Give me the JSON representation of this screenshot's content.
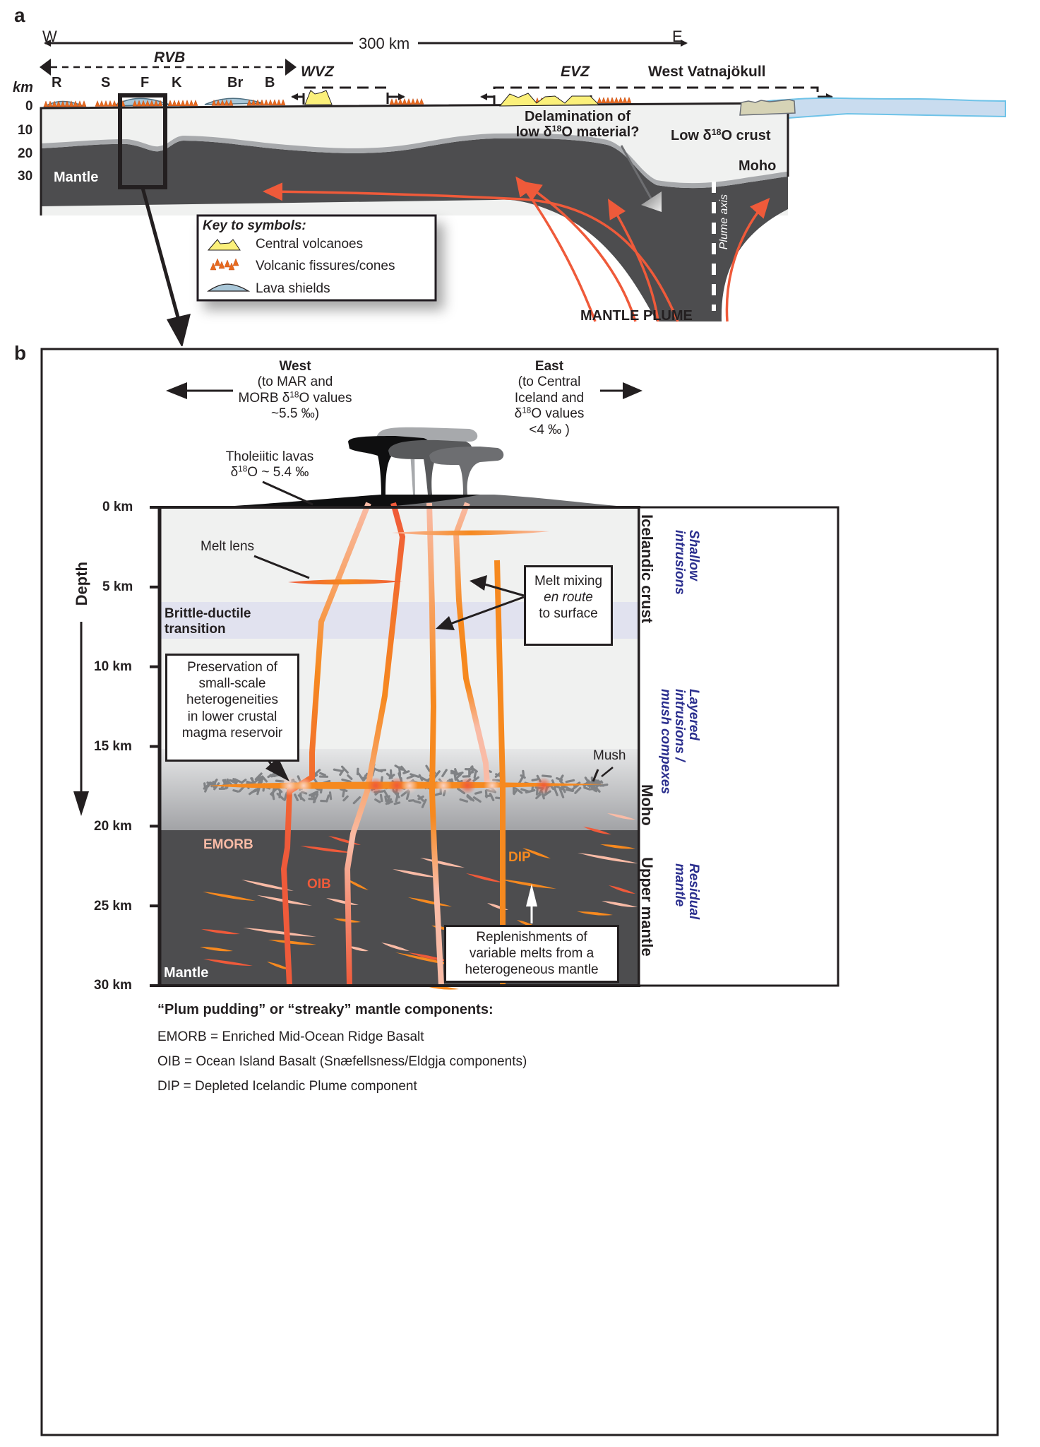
{
  "panel_a": {
    "letter": "a",
    "west": "W",
    "east": "E",
    "scale": "300 km",
    "rvb": "RVB",
    "wvz": "WVZ",
    "evz": "EVZ",
    "west_vatnajokull": "West Vatnajökull",
    "localities": [
      "R",
      "S",
      "F",
      "K",
      "Br",
      "B"
    ],
    "depth_unit": "km",
    "depth_ticks": [
      "0",
      "10",
      "20",
      "30"
    ],
    "mantle": "Mantle",
    "delamination_line1": "Delamination of",
    "delamination_line2_pre": "low δ",
    "delamination_sup": "18",
    "delamination_line2_post": "O material?",
    "low_crust_pre": "Low δ",
    "low_crust_sup": "18",
    "low_crust_post": "O crust",
    "moho": "Moho",
    "plume_axis": "Plume axis",
    "mantle_plume": "MANTLE PLUME",
    "key": {
      "title": "Key to symbols:",
      "items": [
        {
          "symbol": "central-volcano-icon",
          "label": "Central volcanoes"
        },
        {
          "symbol": "fissure-cone-icon",
          "label": "Volcanic fissures/cones"
        },
        {
          "symbol": "lava-shield-icon",
          "label": "Lava shields"
        }
      ]
    }
  },
  "panel_b": {
    "letter": "b",
    "west": {
      "title": "West",
      "line1": "(to MAR and",
      "line2_pre": "MORB δ",
      "line2_sup": "18",
      "line2_post": "O values",
      "line3": "~5.5 ‰)"
    },
    "east": {
      "title": "East",
      "line1": "(to Central",
      "line2": "Iceland and",
      "line3_pre": "δ",
      "line3_sup": "18",
      "line3_post": "O values",
      "line4": "<4 ‰ )"
    },
    "tholeiitic": {
      "line1": "Tholeiitic lavas",
      "line2_pre": "δ",
      "line2_sup": "18",
      "line2_post": "O ~ 5.4 ‰"
    },
    "depth_label": "Depth",
    "depth_ticks": [
      "0 km",
      "5 km",
      "10 km",
      "15 km",
      "20 km",
      "25 km",
      "30 km"
    ],
    "melt_lens": "Melt lens",
    "brittle_ductile": [
      "Brittle-ductile",
      "transition"
    ],
    "melt_mixing": {
      "line1": "Melt mixing",
      "line2": "en route",
      "line3": "to surface"
    },
    "preservation": [
      "Preservation of",
      "small-scale",
      "heterogeneities",
      "in lower crustal",
      "magma reservoir"
    ],
    "mush": "Mush",
    "emorb": "EMORB",
    "oib": "OIB",
    "dip": "DIP",
    "mantle": "Mantle",
    "replenishments": [
      "Replenishments of",
      "variable melts from a",
      "heterogeneous mantle"
    ],
    "sidebar": {
      "icelandic_crust": "Icelandic crust",
      "moho": "Moho",
      "upper_mantle": "Upper mantle",
      "shallow_intrusions": [
        "Shallow",
        "intrusions"
      ],
      "layered_intrusions": [
        "Layered",
        "intrusions /",
        "mush compexes"
      ],
      "residual_mantle": [
        "Residual",
        "mantle"
      ]
    },
    "legend": {
      "title": "“Plum pudding” or “streaky” mantle components:",
      "items": [
        "EMORB = Enriched Mid-Ocean Ridge Basalt",
        "OIB = Ocean Island Basalt (Snæfellsness/Eldgja components)",
        "DIP = Depleted Icelandic Plume component"
      ]
    }
  },
  "colors": {
    "crust": "#f0f1f0",
    "mantle": "#4d4d4f",
    "moho_band": "#a7a9ac",
    "brittle_band": "#e1e2ef",
    "emorb": "#f9bba6",
    "oib": "#ef5a3a",
    "dip": "#f6891f",
    "volcano_yellow": "#fbf07a",
    "fissure_orange": "#e86a1e",
    "shield_blue": "#a9c7d8",
    "glacier_blue": "#c9dcef",
    "navy": "#2b2f8e"
  }
}
